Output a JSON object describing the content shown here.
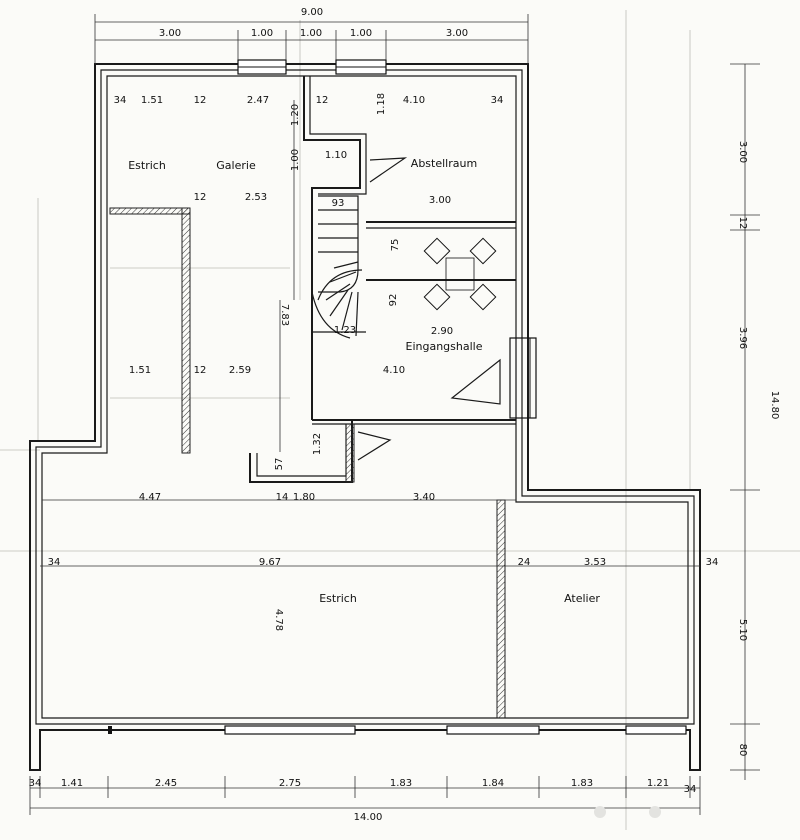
{
  "rooms": {
    "estrich_top": "Estrich",
    "galerie": "Galerie",
    "abstellraum": "Abstellraum",
    "eingangshalle": "Eingangshalle",
    "estrich_main": "Estrich",
    "atelier": "Atelier"
  },
  "dims": {
    "top_total": "9.00",
    "top_1": "3.00",
    "top_2": "1.00",
    "top_3": "1.00",
    "top_4": "1.00",
    "top_5": "3.00",
    "right_1": "3.00",
    "right_2": "12",
    "right_3": "3.96",
    "right_total": "14.80",
    "right_4": "5.10",
    "right_5": "80",
    "bottom_0": "34",
    "bottom_1": "1.41",
    "bottom_2": "2.45",
    "bottom_3": "2.75",
    "bottom_4": "1.83",
    "bottom_5": "1.84",
    "bottom_6": "1.83",
    "bottom_7": "1.21",
    "bottom_8": "34",
    "bottom_total": "14.00"
  },
  "labels": {
    "l34a": "34",
    "l151a": "1.51",
    "l12a": "12",
    "l247": "2.47",
    "l12b": "12",
    "l118": "1.18",
    "l410a": "4.10",
    "l34b": "34",
    "l120": "1.20",
    "l100": "1.00",
    "l110": "1.10",
    "l12c": "12",
    "l253": "2.53",
    "l300": "3.00",
    "l93": "93",
    "l75": "75",
    "l783": "7.83",
    "l92": "92",
    "l123": "1.23",
    "l290": "2.90",
    "l151b": "1.51",
    "l12d": "12",
    "l259": "2.59",
    "l410b": "4.10",
    "l132": "1.32",
    "l57": "57",
    "l447": "4.47",
    "l14": "14",
    "l180": "1.80",
    "l340": "3.40",
    "l34c": "34",
    "l967": "9.67",
    "l24": "24",
    "l353": "3.53",
    "l34d": "34",
    "l478": "4.78"
  }
}
